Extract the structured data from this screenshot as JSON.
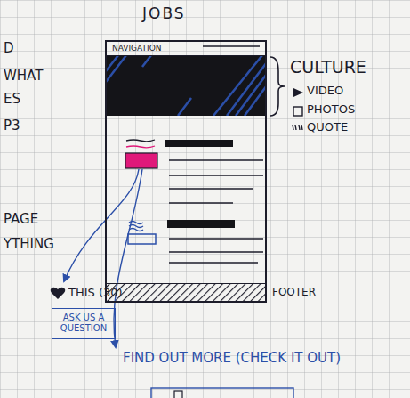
{
  "diagram": {
    "nodes": [
      {
        "text": [
          "JOBS"
        ]
      },
      {
        "text": [
          "NAVIGATION"
        ],
        "in": 0
      },
      {
        "text": [
          "FOOTER"
        ],
        "in": 0
      },
      {
        "text": [
          "ASK US A QUESTION"
        ]
      }
    ],
    "labels": [
      "D",
      "WHAT",
      "ES",
      "P3",
      "PAGE",
      "YTHING",
      "CULTURE",
      "VIDEO",
      "PHOTOS",
      "QUOTE",
      "THIS (30)",
      "FIND OUT MORE (CHECK IT OUT)"
    ]
  }
}
